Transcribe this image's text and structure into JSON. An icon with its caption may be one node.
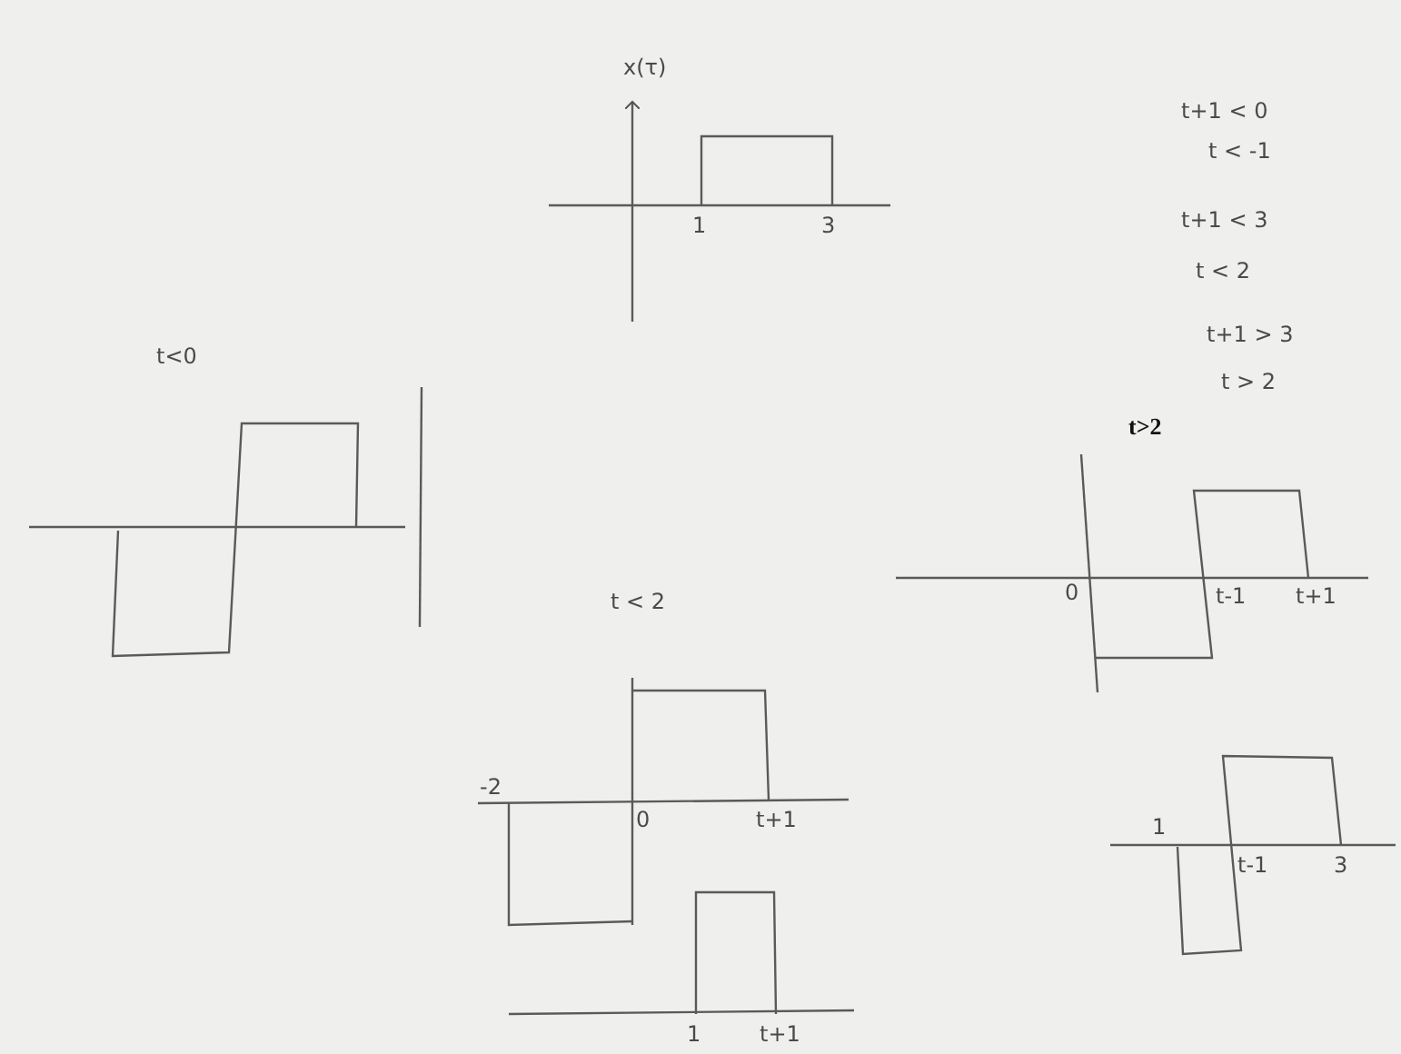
{
  "diagram": {
    "labels": [
      "x(τ)",
      "1",
      "3",
      "t+1 < 0",
      "t < -1",
      "t+1 < 3",
      "t < 2",
      "t+1 > 3",
      "t > 2",
      "t<0",
      "t>2",
      "t < 2",
      "0",
      "t-1",
      "t+1",
      "-2",
      "0",
      "t+1",
      "1",
      "t+1",
      "1",
      "t-1",
      "3"
    ]
  }
}
